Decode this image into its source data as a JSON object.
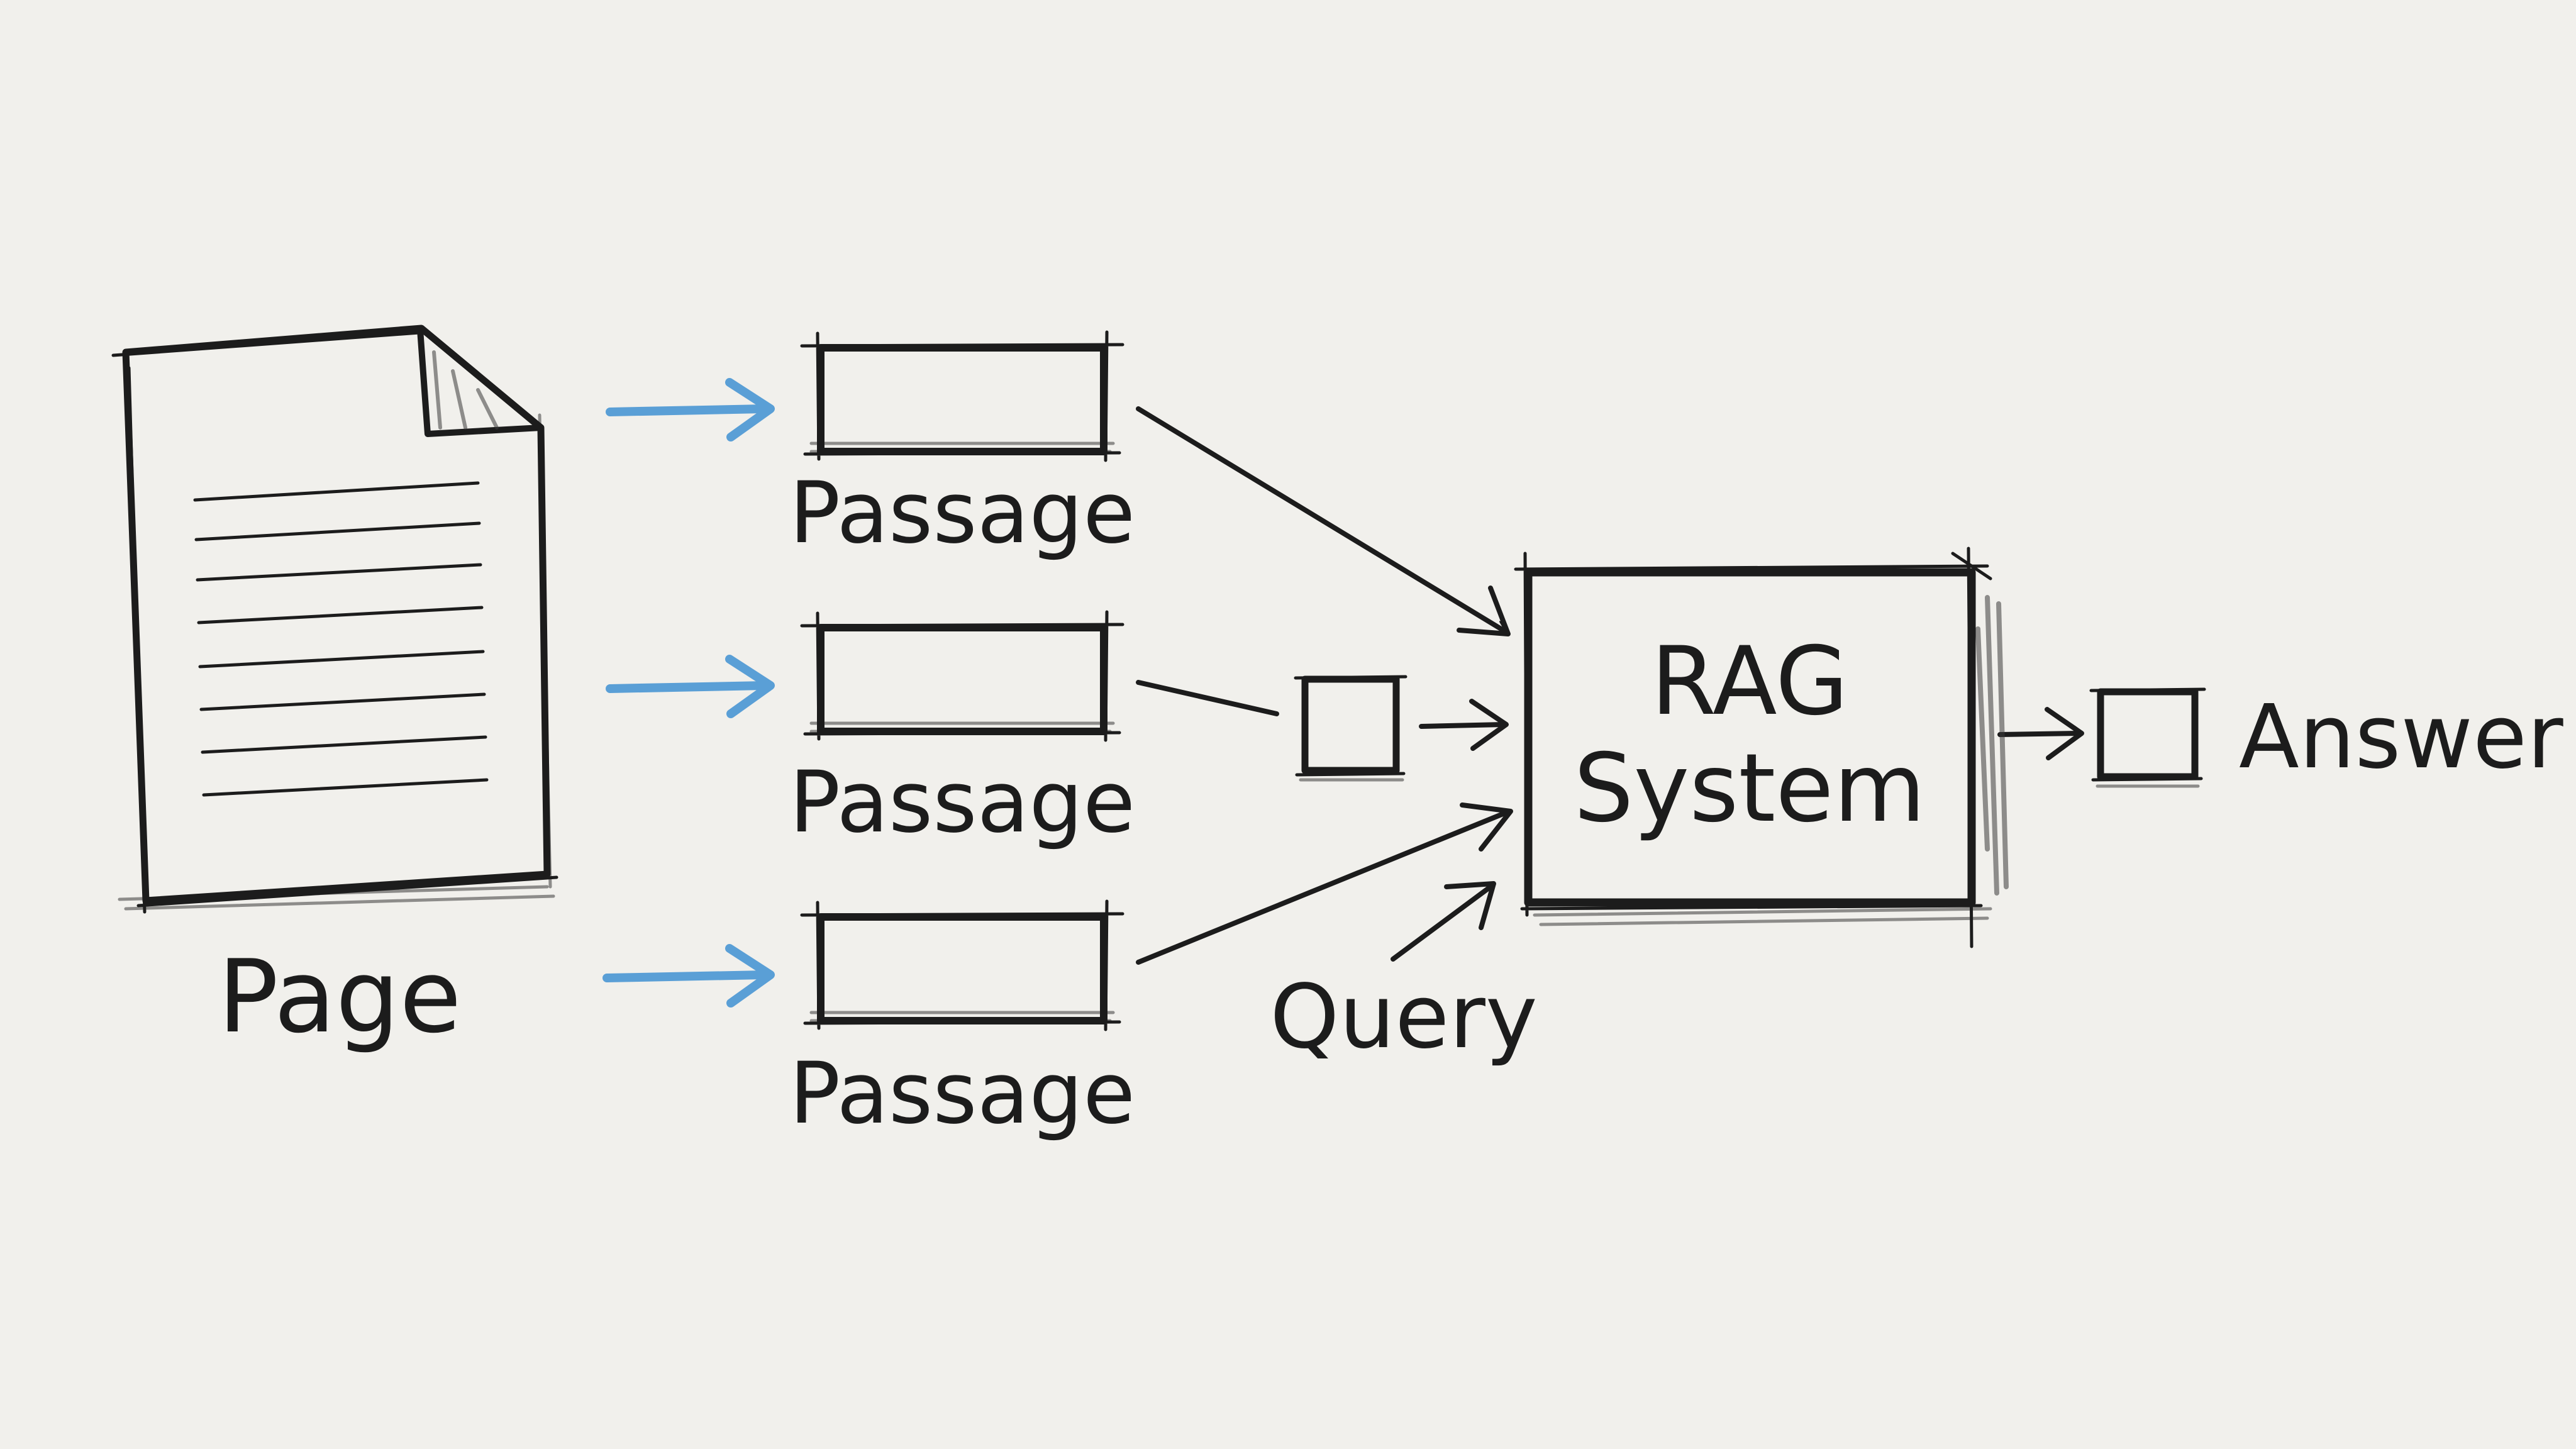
{
  "colors": {
    "background": "#f1f0ec",
    "ink": "#1c1c1c",
    "accent_arrow": "#5a9fd6"
  },
  "nodes": {
    "page": {
      "label": "Page",
      "icon": "document-icon"
    },
    "passages": [
      {
        "label": "Passage"
      },
      {
        "label": "Passage"
      },
      {
        "label": "Passage"
      }
    ],
    "query": {
      "label": "Query"
    },
    "rag_system": {
      "line1": "RAG",
      "line2": "System"
    },
    "answer": {
      "label": "Answer"
    }
  }
}
